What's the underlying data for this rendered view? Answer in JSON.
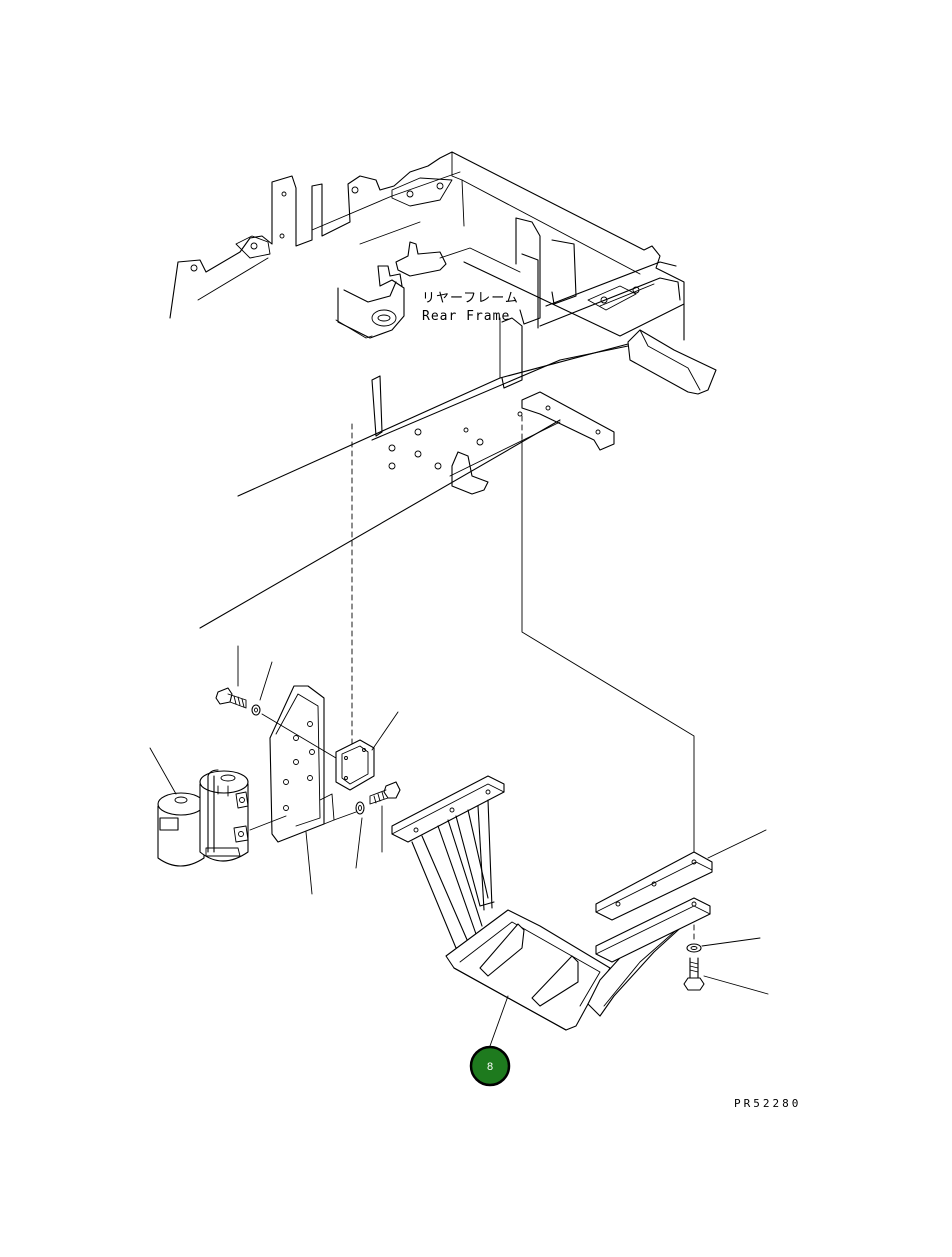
{
  "labels": {
    "rear_frame_jp": "リヤーフレーム",
    "rear_frame_en": "Rear Frame",
    "drawing_code": "PR52280"
  },
  "callouts": [
    {
      "number": "8",
      "color": "#1e7a1e"
    }
  ],
  "colors": {
    "line": "#000000",
    "background": "#ffffff",
    "callout_fill": "#1e7a1e",
    "callout_ring": "#000000"
  }
}
